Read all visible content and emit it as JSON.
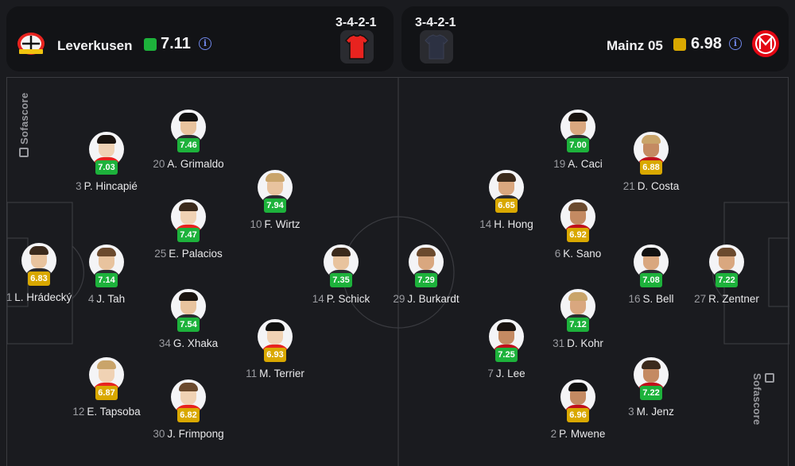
{
  "home": {
    "name": "Leverkusen",
    "rating": "7.11",
    "rating_color": "#1db23b",
    "formation": "3-4-2-1",
    "kit_color": "#e8231f",
    "logo_icon": "leverkusen-crest-icon",
    "info_icon": "info-icon",
    "info_glyph": "i",
    "players": [
      {
        "num": "1",
        "name": "L. Hrádecký",
        "rating": "6.83",
        "color": "yellow"
      },
      {
        "num": "3",
        "name": "P. Hincapié",
        "rating": "7.03",
        "color": "green"
      },
      {
        "num": "4",
        "name": "J. Tah",
        "rating": "7.14",
        "color": "green"
      },
      {
        "num": "12",
        "name": "E. Tapsoba",
        "rating": "6.87",
        "color": "yellow"
      },
      {
        "num": "20",
        "name": "A. Grimaldo",
        "rating": "7.46",
        "color": "green"
      },
      {
        "num": "25",
        "name": "E. Palacios",
        "rating": "7.47",
        "color": "green"
      },
      {
        "num": "34",
        "name": "G. Xhaka",
        "rating": "7.54",
        "color": "green"
      },
      {
        "num": "30",
        "name": "J. Frimpong",
        "rating": "6.82",
        "color": "yellow"
      },
      {
        "num": "10",
        "name": "F. Wirtz",
        "rating": "7.94",
        "color": "green"
      },
      {
        "num": "11",
        "name": "M. Terrier",
        "rating": "6.93",
        "color": "yellow"
      },
      {
        "num": "14",
        "name": "P. Schick",
        "rating": "7.35",
        "color": "green"
      }
    ]
  },
  "away": {
    "name": "Mainz 05",
    "rating": "6.98",
    "rating_color": "#d9a800",
    "formation": "3-4-2-1",
    "kit_color": "#2c3142",
    "logo_icon": "mainz-05-crest-icon",
    "info_icon": "info-icon",
    "info_glyph": "i",
    "players": [
      {
        "num": "27",
        "name": "R. Zentner",
        "rating": "7.22",
        "color": "green"
      },
      {
        "num": "21",
        "name": "D. Costa",
        "rating": "6.88",
        "color": "yellow"
      },
      {
        "num": "16",
        "name": "S. Bell",
        "rating": "7.08",
        "color": "green"
      },
      {
        "num": "3",
        "name": "M. Jenz",
        "rating": "7.22",
        "color": "green"
      },
      {
        "num": "19",
        "name": "A. Caci",
        "rating": "7.00",
        "color": "green"
      },
      {
        "num": "6",
        "name": "K. Sano",
        "rating": "6.92",
        "color": "yellow"
      },
      {
        "num": "31",
        "name": "D. Kohr",
        "rating": "7.12",
        "color": "green"
      },
      {
        "num": "2",
        "name": "P. Mwene",
        "rating": "6.96",
        "color": "yellow"
      },
      {
        "num": "14",
        "name": "H. Hong",
        "rating": "6.65",
        "color": "yellow"
      },
      {
        "num": "7",
        "name": "J. Lee",
        "rating": "7.25",
        "color": "green"
      },
      {
        "num": "29",
        "name": "J. Burkardt",
        "rating": "7.29",
        "color": "green"
      }
    ]
  },
  "watermark": {
    "text": "Sofascore",
    "icon": "sofascore-logo-icon"
  }
}
